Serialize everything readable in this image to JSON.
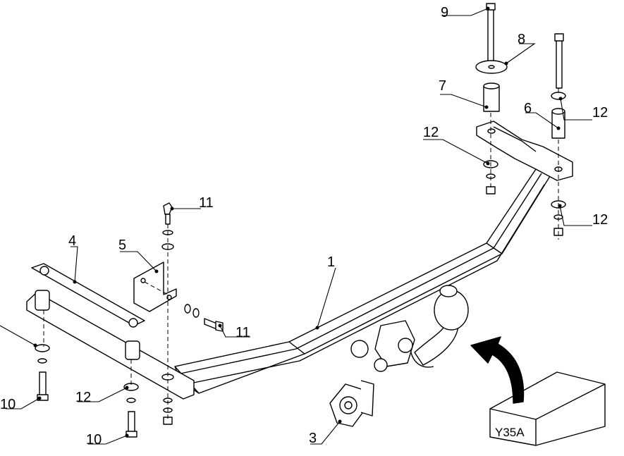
{
  "labels": {
    "p1": "1",
    "p3": "3",
    "p4": "4",
    "p5": "5",
    "p6": "6",
    "p7": "7",
    "p8": "8",
    "p9": "9",
    "p10a": "10",
    "p10b": "10",
    "p11a": "11",
    "p11b": "11",
    "p12a": "12",
    "p12b": "12",
    "p12c": "12",
    "p12d": "12"
  },
  "kit_code": "Y35A",
  "colors": {
    "stroke": "#000000",
    "fill": "#ffffff",
    "shade": "#d0d0d0",
    "dark": "#000000"
  }
}
